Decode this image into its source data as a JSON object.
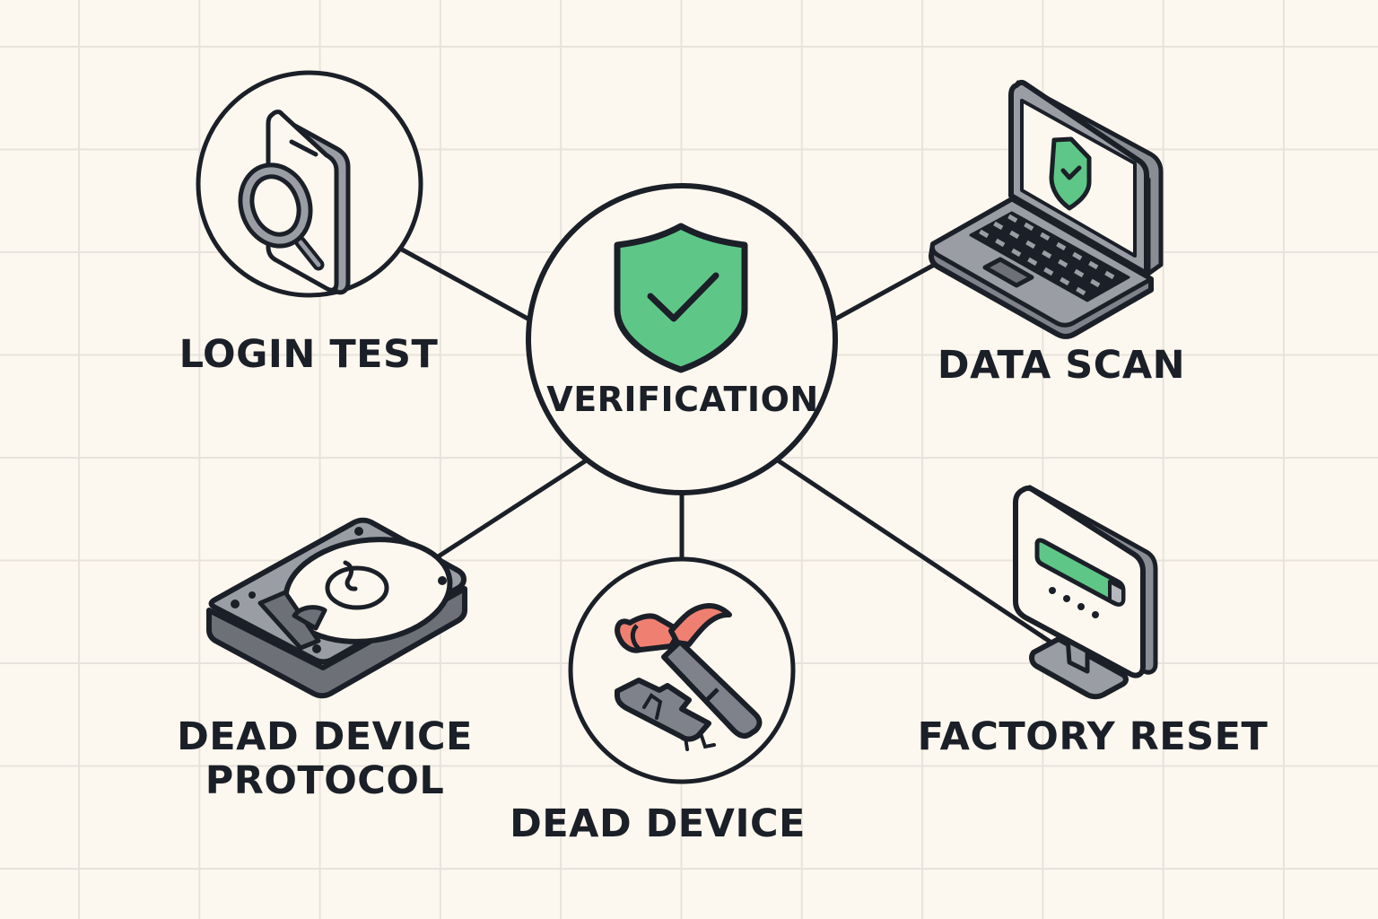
{
  "diagram": {
    "type": "hub-and-spoke",
    "background_color": "#fdf8ef",
    "grid_color": "#e7e3dc",
    "stroke_color": "#1b1f27",
    "accent_green": "#5ec788",
    "accent_red": "#ef8071",
    "device_gray": "#8a8d94",
    "hub": {
      "label": "VERIFICATION",
      "icon": "shield-check-icon"
    },
    "nodes": [
      {
        "id": "login-test",
        "label": "LOGIN TEST",
        "icon": "phone-magnifier-icon"
      },
      {
        "id": "data-scan",
        "label": "DATA SCAN",
        "icon": "laptop-shield-icon"
      },
      {
        "id": "dead-device-protocol",
        "label_line1": "DEAD DEVICE",
        "label_line2": "PROTOCOL",
        "icon": "hard-drive-icon"
      },
      {
        "id": "dead-device",
        "label": "DEAD DEVICE",
        "icon": "hammer-broken-device-icon"
      },
      {
        "id": "factory-reset",
        "label": "FACTORY RESET",
        "icon": "monitor-progress-icon"
      }
    ],
    "edges": [
      {
        "from": "VERIFICATION",
        "to": "LOGIN TEST"
      },
      {
        "from": "VERIFICATION",
        "to": "DATA SCAN"
      },
      {
        "from": "VERIFICATION",
        "to": "DEAD DEVICE PROTOCOL"
      },
      {
        "from": "VERIFICATION",
        "to": "DEAD DEVICE"
      },
      {
        "from": "VERIFICATION",
        "to": "FACTORY RESET"
      }
    ]
  }
}
